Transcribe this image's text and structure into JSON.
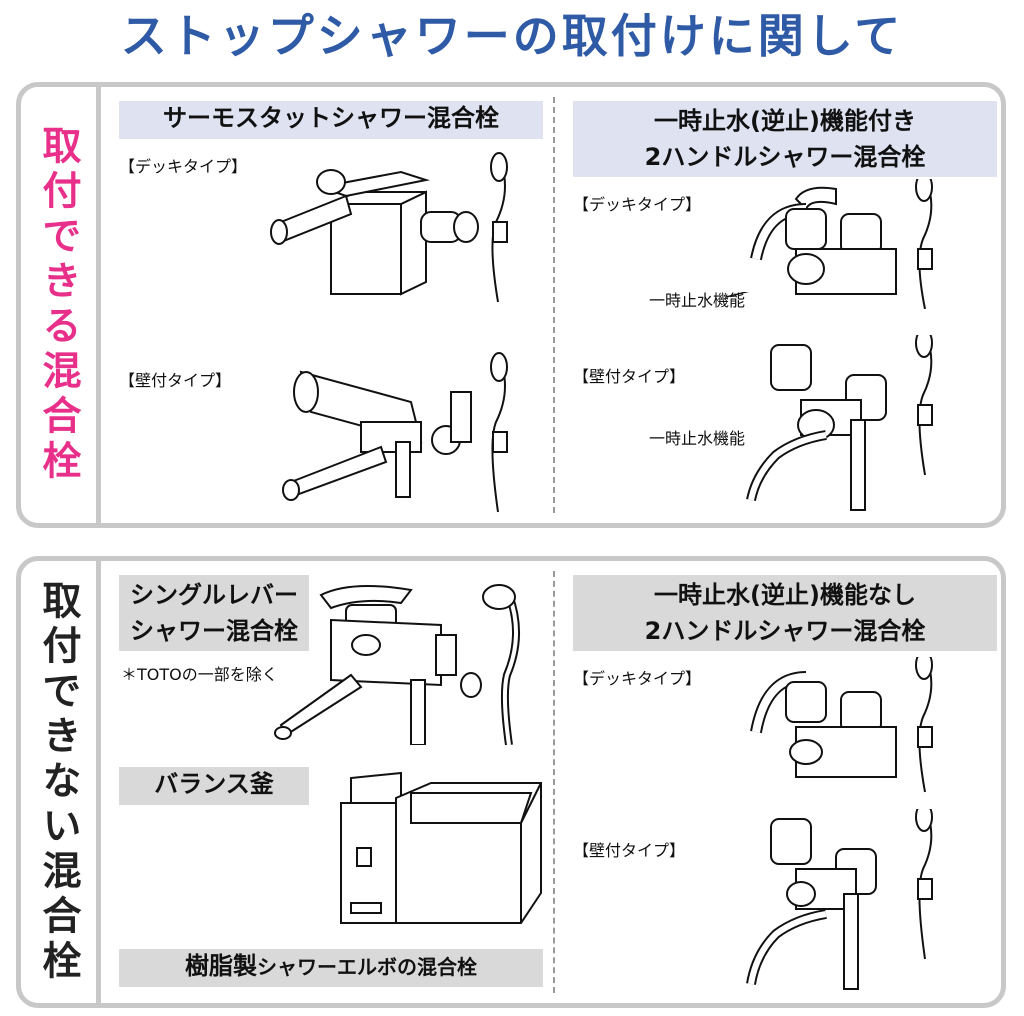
{
  "title": "ストップシャワーの取付けに関して",
  "colors": {
    "title": "#2f5aa6",
    "mountable": "#e8308a",
    "not_mountable": "#222222",
    "header_blue": "#dfe3f1",
    "header_gray": "#d9d9d9",
    "border": "#c8c8c8"
  },
  "mountable": {
    "side_label": "取付できる混合栓",
    "thermo": {
      "header": "サーモスタットシャワー混合栓",
      "deck": "【デッキタイプ】",
      "wall": "【壁付タイプ】"
    },
    "two_handle_stop": {
      "header_line1": "一時止水(逆止)機能付き",
      "header_line2": "2ハンドルシャワー混合栓",
      "deck": "【デッキタイプ】",
      "wall": "【壁付タイプ】",
      "stop_feature": "一時止水機能"
    }
  },
  "not_mountable": {
    "side_label": "取付できない混合栓",
    "single_lever": {
      "header_line1": "シングルレバー",
      "header_line2": "シャワー混合栓",
      "note": "＊TOTOの一部を除く"
    },
    "balance": {
      "header": "バランス釜"
    },
    "resin_elbow": {
      "header_main": "樹脂製",
      "header_rest": "シャワーエルボの混合栓"
    },
    "two_handle_no_stop": {
      "header_line1": "一時止水(逆止)機能なし",
      "header_line2": "2ハンドルシャワー混合栓",
      "deck": "【デッキタイプ】",
      "wall": "【壁付タイプ】"
    }
  }
}
